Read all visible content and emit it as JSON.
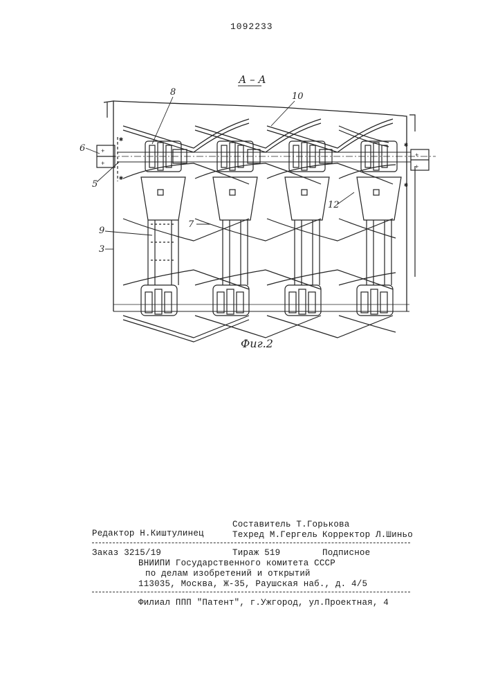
{
  "patent_number": "1092233",
  "drawing": {
    "section_label": "А – А",
    "figure_caption": "Фиг.2",
    "callouts": [
      "8",
      "10",
      "6",
      "5",
      "9",
      "7",
      "12",
      "3"
    ]
  },
  "imprint": {
    "editor": "Редактор Н.Киштулинец",
    "compiler": "Составитель Т.Горькова",
    "techred": "Техред М.Гергель",
    "proofreader": "Корректор  Л.Шиньо",
    "order": "Заказ 3215/19",
    "circulation": "Тираж 519",
    "subscription": "Подписное",
    "org_line1": "ВНИИПИ Государственного комитета СССР",
    "org_line2": "по делам изобретений и открытий",
    "org_address": "113035, Москва, Ж-35, Раушская наб., д. 4/5",
    "branch": "Филиал ППП \"Патент\", г.Ужгород, ул.Проектная, 4"
  }
}
